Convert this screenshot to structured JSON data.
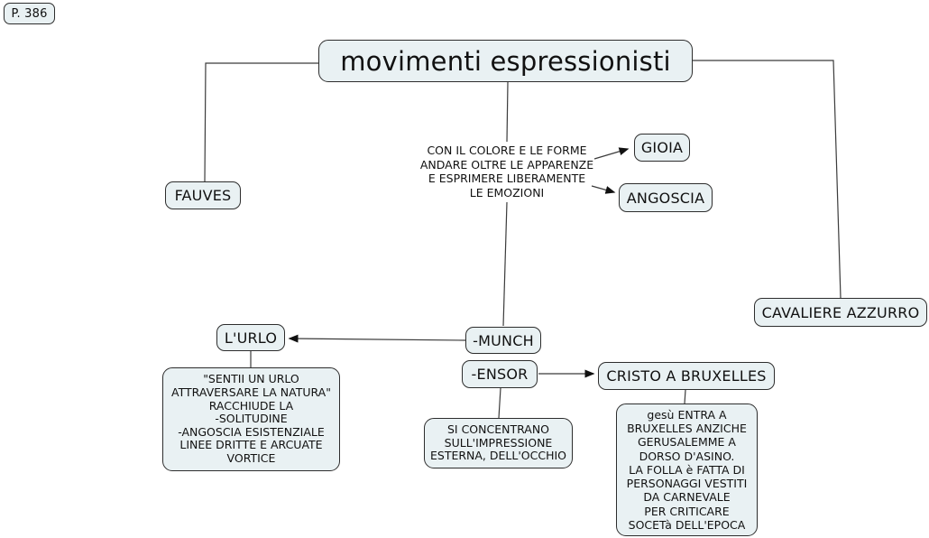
{
  "page_badge": {
    "label": "P. 386"
  },
  "title": {
    "label": "movimenti espressionisti"
  },
  "nodes": {
    "fauves": {
      "label": "FAUVES"
    },
    "gioia": {
      "label": "GIOIA"
    },
    "angoscia": {
      "label": "ANGOSCIA"
    },
    "cavaliere_azzurro": {
      "label": "CAVALIERE AZZURRO"
    },
    "urlo": {
      "label": "L'URLO"
    },
    "munch": {
      "label": "-MUNCH"
    },
    "ensor": {
      "label": "-ENSOR"
    },
    "cristo_a_bruxelles": {
      "label": "CRISTO A BRUXELLES"
    }
  },
  "text_blocks": {
    "emozioni": "CON IL COLORE E LE FORME\nANDARE OLTRE LE APPARENZE\nE ESPRIMERE LIBERAMENTE\nLE EMOZIONI",
    "urlo_note": "\"SENTII UN URLO\nATTRAVERSARE LA NATURA\"\nRACCHIUDE LA\n-SOLITUDINE\n-ANGOSCIA ESISTENZIALE\nLINEE DRITTE E ARCUATE\nVORTICE",
    "ensor_note": "SI CONCENTRANO\nSULL'IMPRESSIONE\nESTERNA, DELL'OCCHIO",
    "cristo_note": "gesù ENTRA A\nBRUXELLES ANZICHE\nGERUSALEMME A\nDORSO D'ASINO.\nLA FOLLA è FATTA DI\nPERSONAGGI VESTITI\nDA CARNEVALE\nPER CRITICARE\nSOCETà DELL'EPOCA"
  },
  "colors": {
    "node_fill": "#e9f1f3",
    "node_border": "#2d2d2d",
    "connector": "#3b3b3b",
    "background": "#ffffff"
  }
}
